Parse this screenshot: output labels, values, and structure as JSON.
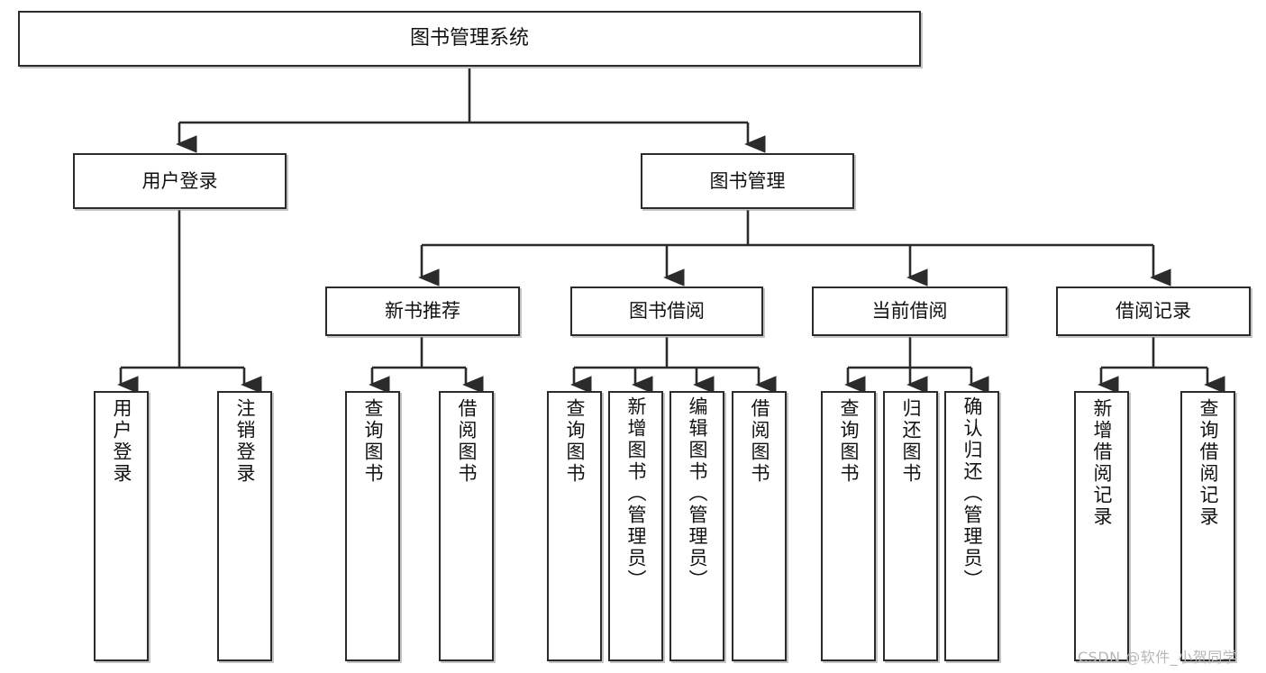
{
  "diagram": {
    "type": "hierarchy-tree",
    "title": "图书管理系统",
    "nodes": {
      "root": {
        "label": "图书管理系统"
      },
      "level2": [
        {
          "id": "user-login",
          "label": "用户登录"
        },
        {
          "id": "book-management",
          "label": "图书管理"
        }
      ],
      "level3": [
        {
          "id": "new-book-recommend",
          "label": "新书推荐"
        },
        {
          "id": "book-borrow",
          "label": "图书借阅"
        },
        {
          "id": "current-borrow",
          "label": "当前借阅"
        },
        {
          "id": "borrow-record",
          "label": "借阅记录"
        }
      ],
      "leaves": {
        "user_login": [
          {
            "id": "leaf-user-login",
            "label": "用户登录"
          },
          {
            "id": "leaf-logout-login",
            "label": "注销登录"
          }
        ],
        "new_book_recommend": [
          {
            "id": "leaf-query-book-1",
            "label": "查询图书"
          },
          {
            "id": "leaf-borrow-book-1",
            "label": "借阅图书"
          }
        ],
        "book_borrow": [
          {
            "id": "leaf-query-book-2",
            "label": "查询图书"
          },
          {
            "id": "leaf-add-book",
            "label": "新增图书（管理员）"
          },
          {
            "id": "leaf-edit-book",
            "label": "编辑图书（管理员）"
          },
          {
            "id": "leaf-borrow-book-2",
            "label": "借阅图书"
          }
        ],
        "current_borrow": [
          {
            "id": "leaf-query-book-3",
            "label": "查询图书"
          },
          {
            "id": "leaf-return-book",
            "label": "归还图书"
          },
          {
            "id": "leaf-confirm-return",
            "label": "确认归还（管理员）"
          }
        ],
        "borrow_record": [
          {
            "id": "leaf-add-record",
            "label": "新增借阅记录"
          },
          {
            "id": "leaf-query-record",
            "label": "查询借阅记录"
          }
        ]
      }
    },
    "colors": {
      "stroke": "#2b2b2b",
      "fill": "#ffffff",
      "text": "#121212",
      "shadow": "#969696",
      "watermark": "#b7b7b7"
    }
  },
  "watermark": {
    "text": "CSDN @软件_小贺同学"
  }
}
